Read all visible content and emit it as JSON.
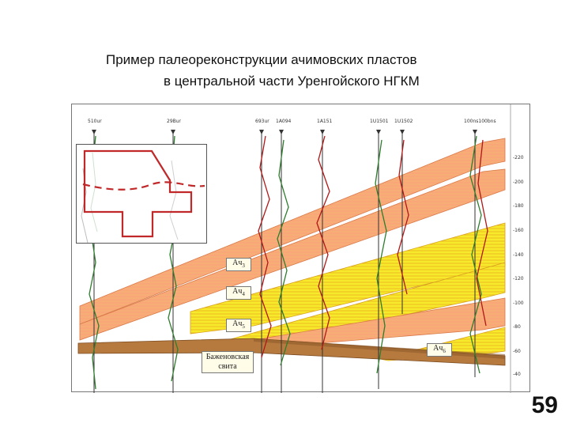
{
  "title": {
    "line1": "Пример палеореконструкции ачимовских пластов",
    "line2": "в центральной части Уренгойского НГКМ"
  },
  "page_number": "59",
  "wells": [
    "510ur",
    "29Bur",
    "693ur",
    "1A094",
    "1A151",
    "1U1501",
    "1U1502",
    "100ns100bns"
  ],
  "depth_ticks": [
    "-220",
    "-200",
    "-180",
    "-160",
    "-140",
    "-120",
    "-100",
    "-80",
    "-60",
    "-40"
  ],
  "layers": {
    "ach3": {
      "base": "Ач",
      "sub": "3"
    },
    "ach4": {
      "base": "Ач",
      "sub": "4"
    },
    "ach5": {
      "base": "Ач",
      "sub": "5"
    },
    "ach6": {
      "base": "Ач",
      "sub": "6"
    },
    "bazhen": "Баженовская свита"
  },
  "colors": {
    "sand_yellow": "#f7ea2a",
    "sand_orange": "#f9a678",
    "bazhen_brown": "#b67a3f",
    "log_green": "#2e7d2e",
    "log_red": "#b01818",
    "outline_red": "#c0282a"
  }
}
